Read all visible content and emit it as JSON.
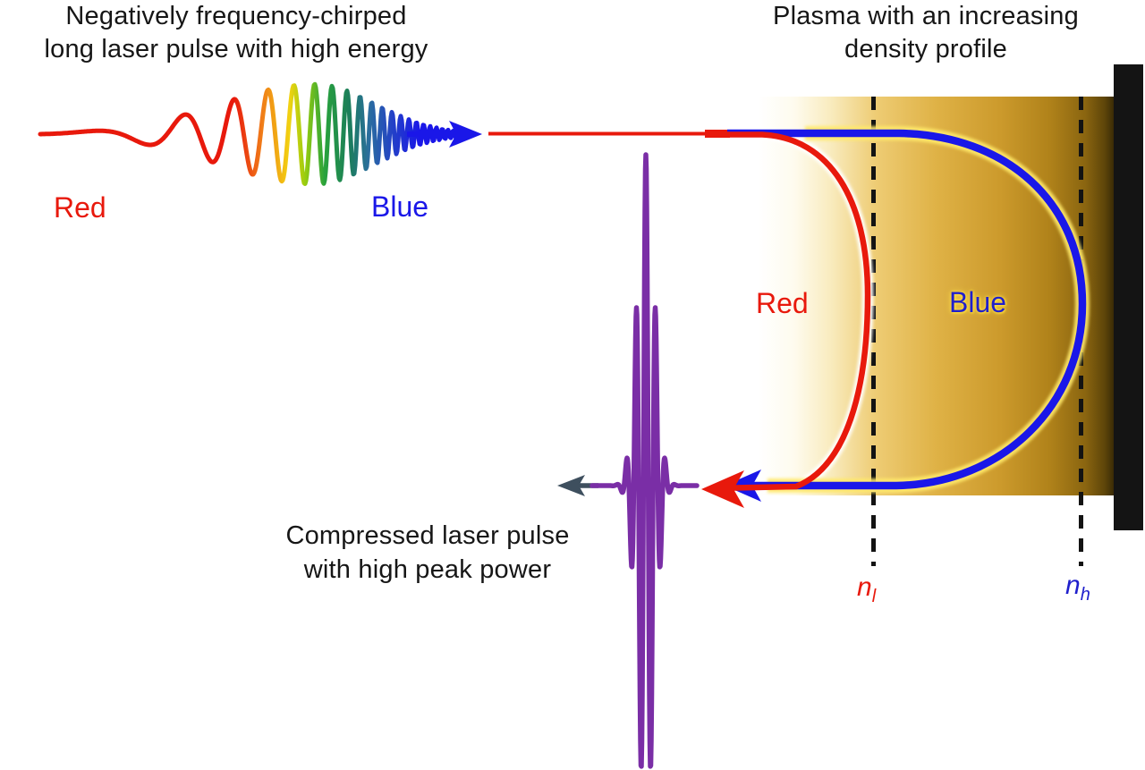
{
  "titles": {
    "chirped": {
      "line1": "Negatively frequency-chirped",
      "line2": "long laser pulse with high energy"
    },
    "plasma": {
      "line1": "Plasma with an increasing",
      "line2": "density profile"
    },
    "compressed": {
      "line1": "Compressed laser pulse",
      "line2": "with high peak power"
    }
  },
  "labels": {
    "chirp_red": "Red",
    "chirp_blue": "Blue",
    "plasma_red": "Red",
    "plasma_blue": "Blue",
    "n_low": {
      "base": "n",
      "sub": "l"
    },
    "n_high": {
      "base": "n",
      "sub": "h"
    }
  },
  "colors": {
    "text": "#161616",
    "red": "#E8190C",
    "blue": "#1A17E8",
    "blue_label_dark": "#1F1FCC",
    "purple": "#7A2EA6",
    "slate": "#3E4F5E",
    "glow_yellow": "#FFE96B",
    "wall_black": "#141414",
    "dash_black": "#131313",
    "plasma_gradient": [
      [
        "0",
        "#FFFFFF"
      ],
      [
        "0.10",
        "#FEFBEE"
      ],
      [
        "0.20",
        "#F9ECC0"
      ],
      [
        "0.33",
        "#EECC74"
      ],
      [
        "0.50",
        "#DFB246"
      ],
      [
        "0.68",
        "#CC9A2C"
      ],
      [
        "0.82",
        "#B0821A"
      ],
      [
        "0.92",
        "#8A6510"
      ],
      [
        "0.975",
        "#5E4509"
      ],
      [
        "1",
        "#3A2B06"
      ]
    ],
    "chirp_gradient": [
      [
        "0",
        "#E8190C"
      ],
      [
        "0.44",
        "#E8190C"
      ],
      [
        "0.50",
        "#F07818"
      ],
      [
        "0.565",
        "#F2D211"
      ],
      [
        "0.60",
        "#9ACD0F"
      ],
      [
        "0.645",
        "#28A23C"
      ],
      [
        "0.70",
        "#1C7E5A"
      ],
      [
        "0.745",
        "#2A6E9E"
      ],
      [
        "0.80",
        "#2340C8"
      ],
      [
        "0.86",
        "#1A17E8"
      ],
      [
        "1",
        "#1A17E8"
      ]
    ]
  }
}
